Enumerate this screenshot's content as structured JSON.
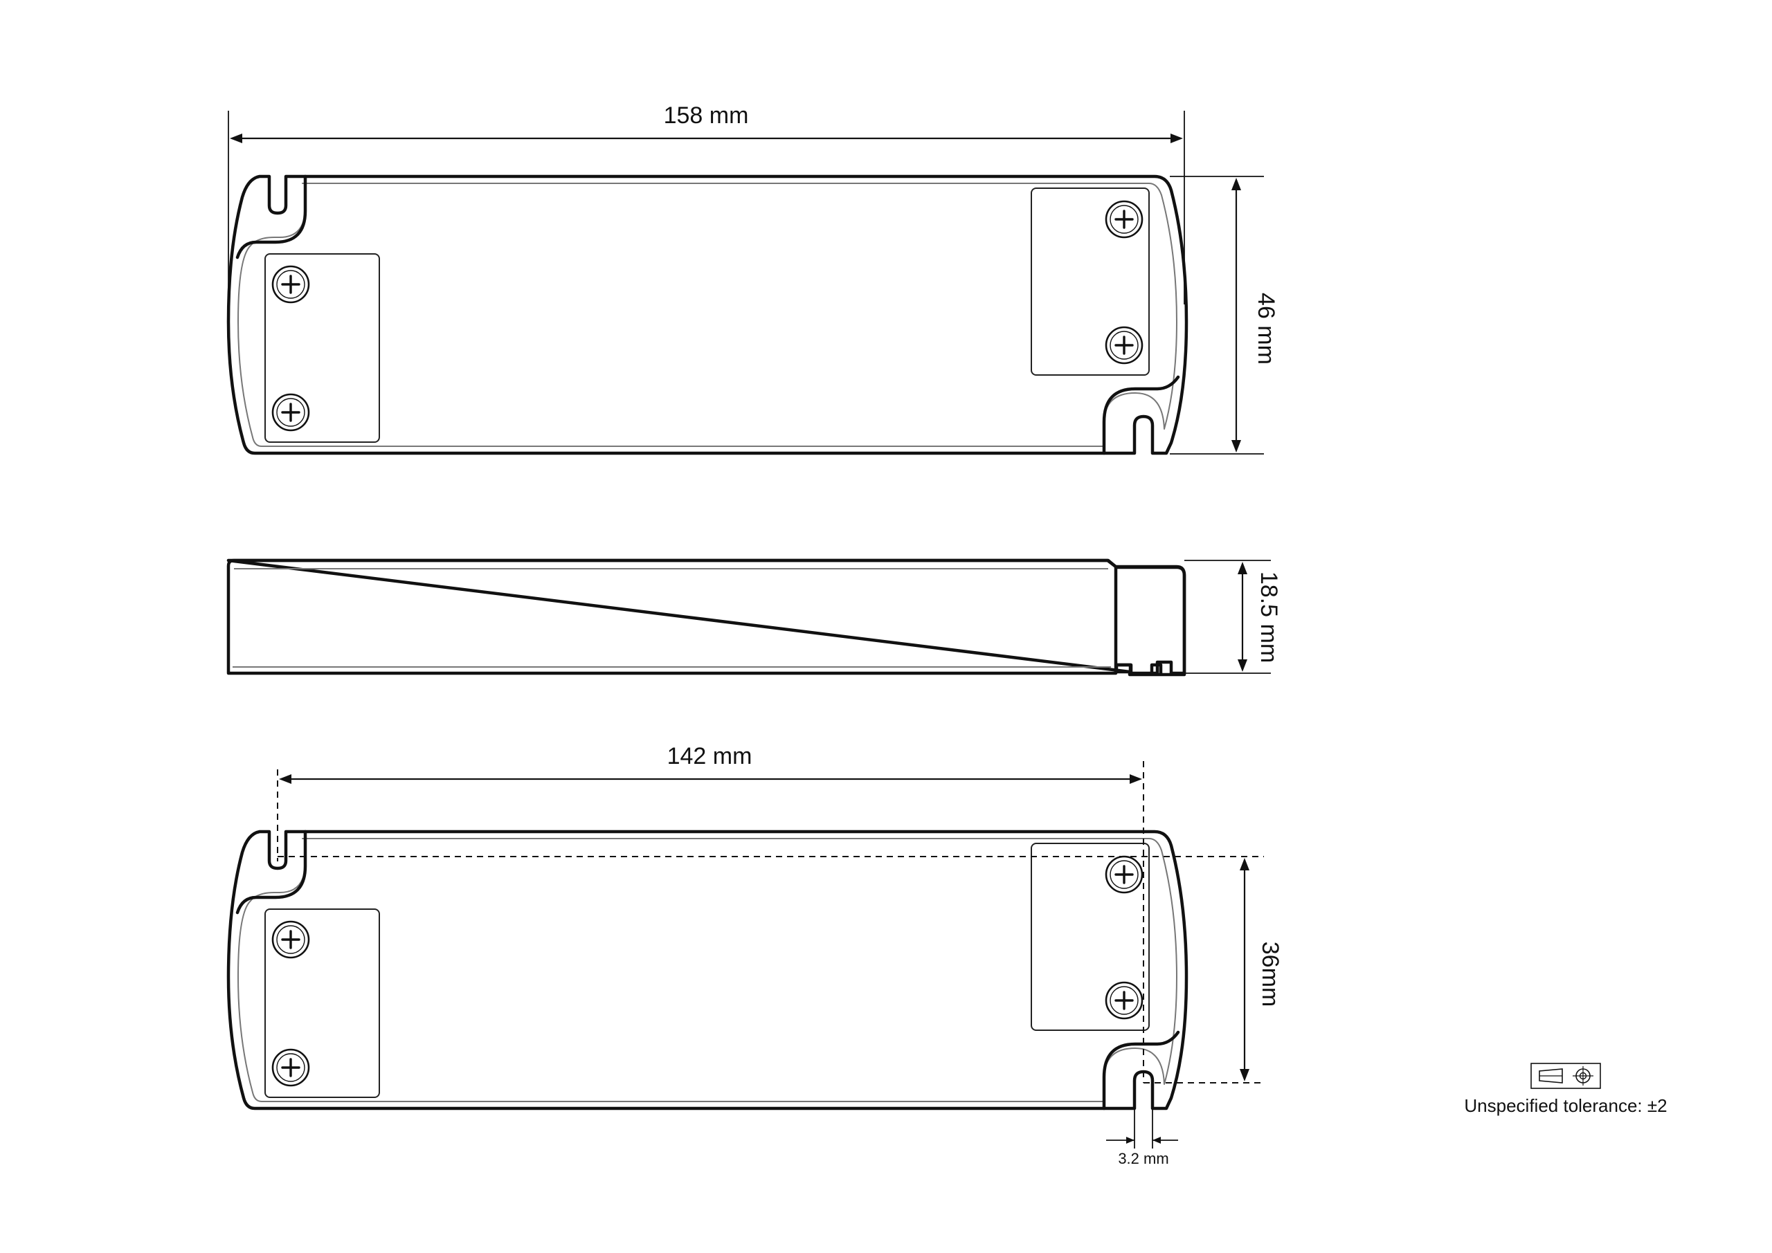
{
  "dimensions": {
    "overall_length": "158 mm",
    "width": "46 mm",
    "height": "18.5 mm",
    "mounting_hole_spacing": "142 mm",
    "mounting_hole_offset": "36mm",
    "slot_width": "3.2 mm"
  },
  "note": {
    "tolerance": "Unspecified tolerance: ±2",
    "projection_symbol": "projection-symbol-icon"
  }
}
